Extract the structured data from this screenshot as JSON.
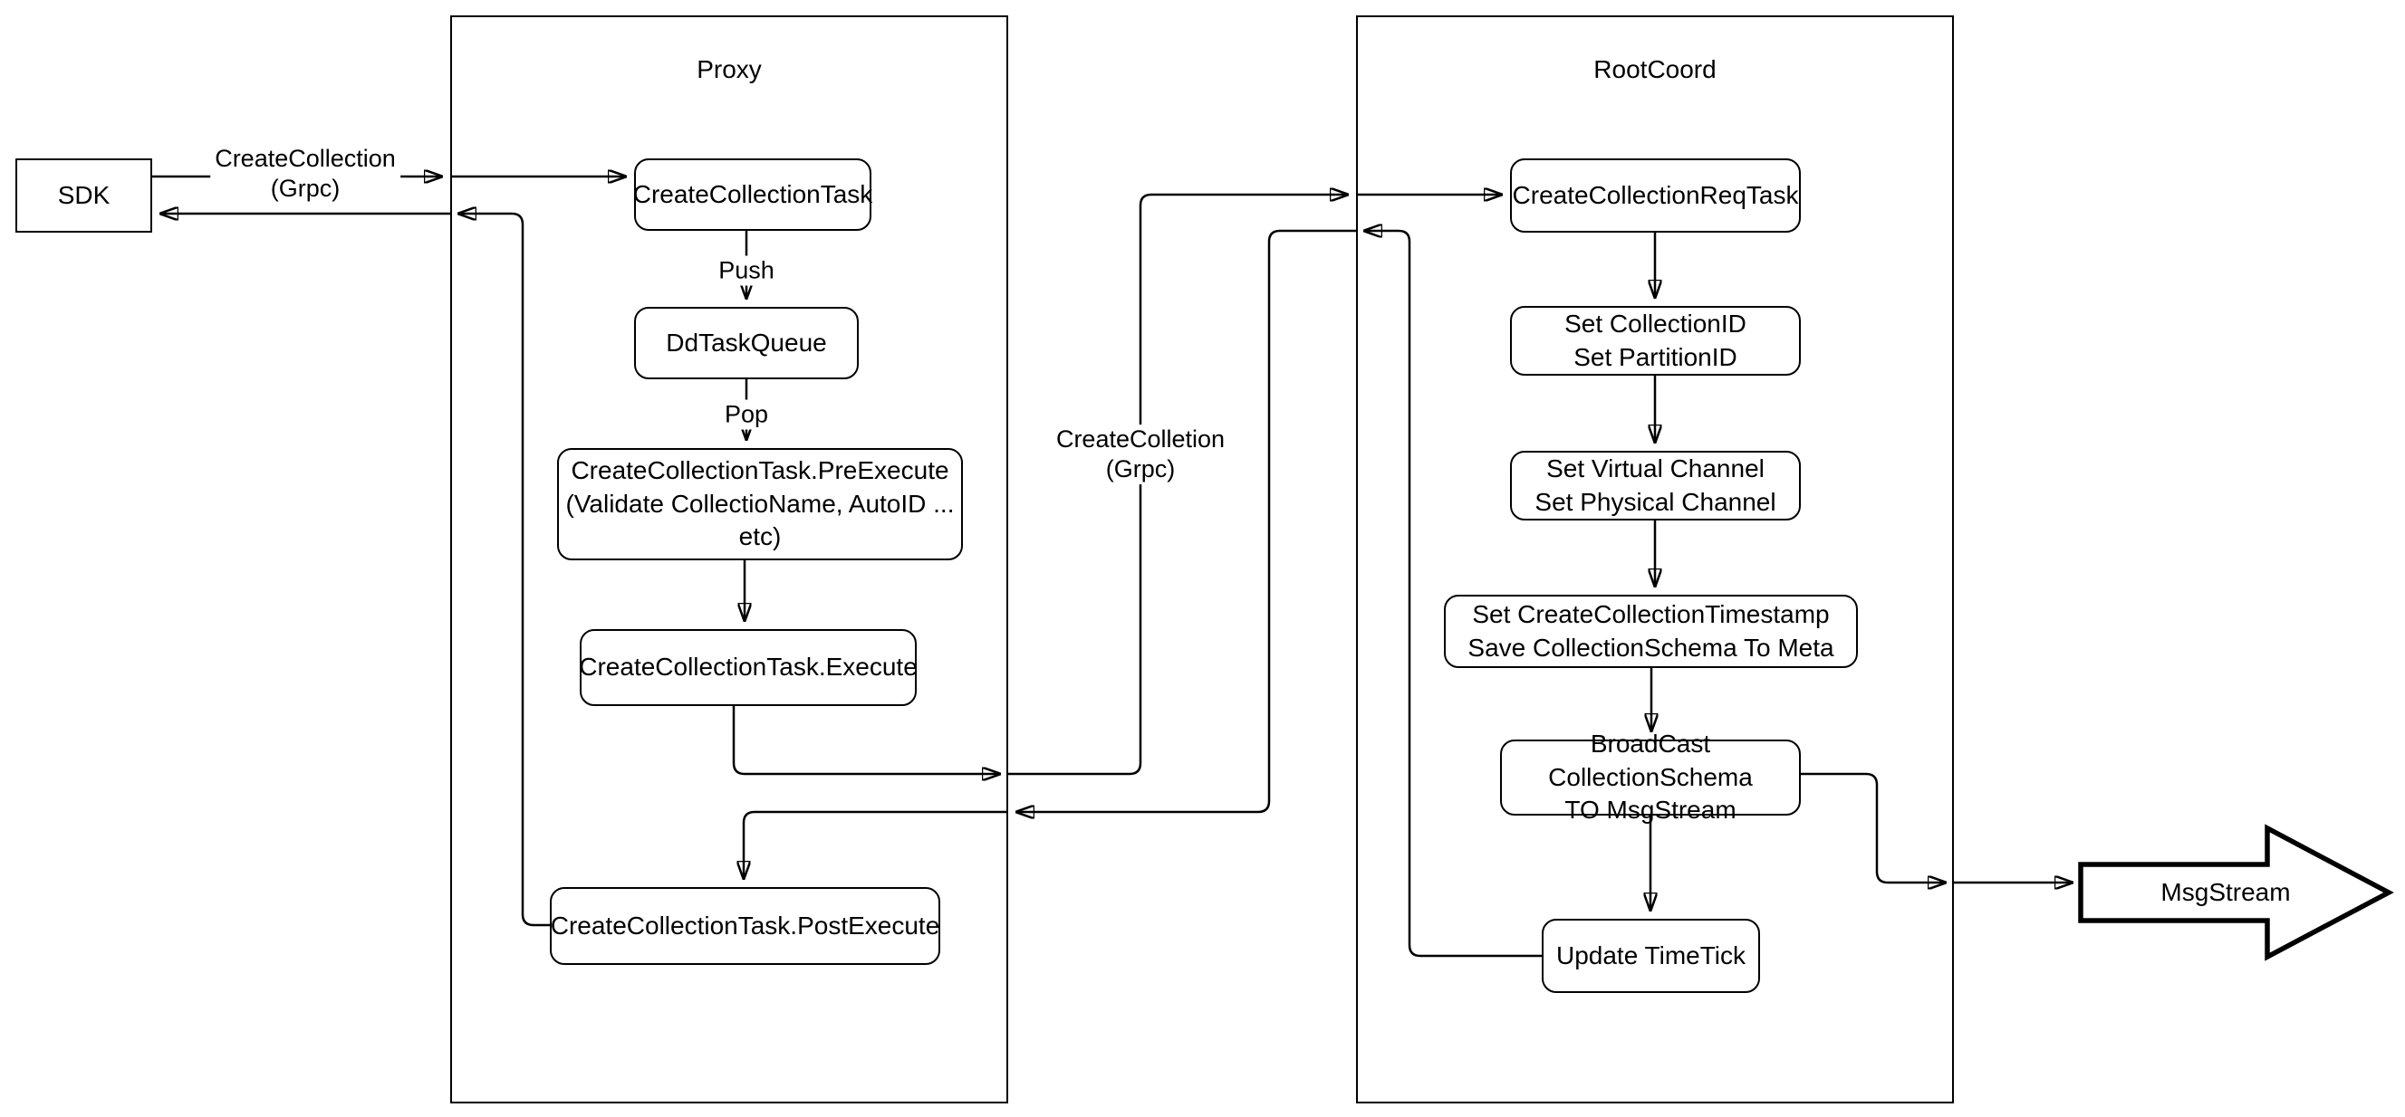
{
  "colors": {
    "stroke": "#000000",
    "background": "#ffffff"
  },
  "sdk": {
    "label": "SDK"
  },
  "proxy": {
    "title": "Proxy",
    "create_collection_task": "CreateCollectionTask",
    "dd_task_queue": "DdTaskQueue",
    "pre_execute": "CreateCollectionTask.PreExecute\n(Validate CollectioName, AutoID ... etc)",
    "execute": "CreateCollectionTask.Execute",
    "post_execute": "CreateCollectionTask.PostExecute"
  },
  "rootcoord": {
    "title": "RootCoord",
    "req_task": "CreateCollectionReqTask",
    "set_ids": "Set CollectionID\nSet PartitionID",
    "set_channels": "Set Virtual Channel\nSet Physical Channel",
    "set_timestamp": "Set CreateCollectionTimestamp\nSave CollectionSchema To Meta",
    "broadcast": "BroadCast CollectionSchema\nTO MsgStream",
    "update_timetick": "Update TimeTick"
  },
  "msgstream": {
    "label": "MsgStream"
  },
  "edge_labels": {
    "sdk_to_proxy": "CreateCollection\n(Grpc)",
    "push": "Push",
    "pop": "Pop",
    "proxy_to_rootcoord": "CreateColletion\n(Grpc)"
  }
}
